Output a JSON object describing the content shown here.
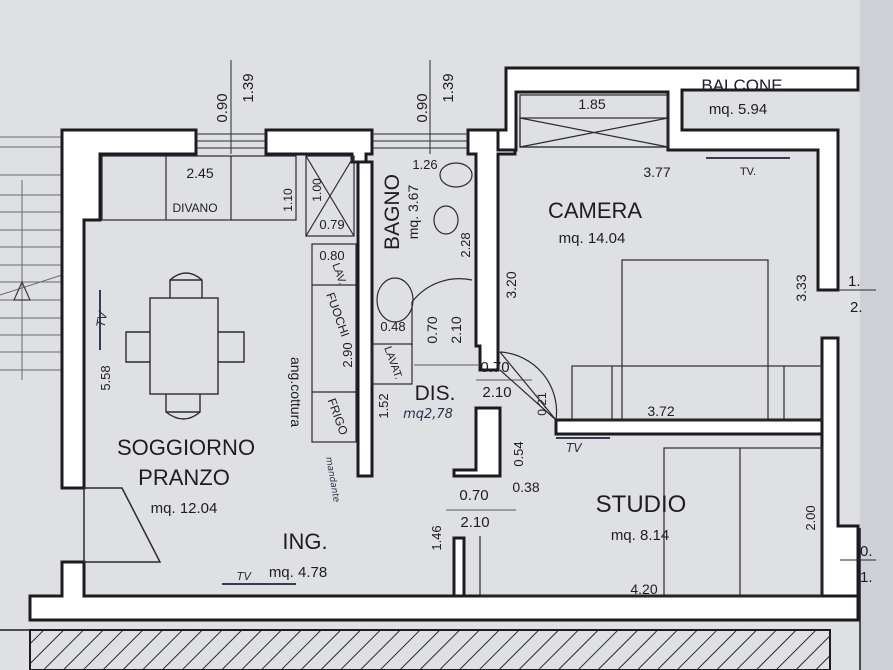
{
  "rooms": {
    "soggiorno": {
      "name1": "SOGGIORNO",
      "name2": "PRANZO",
      "area": "mq. 12.04"
    },
    "ingresso": {
      "name": "ING.",
      "area": "mq. 4.78",
      "tv": "TV"
    },
    "bagno": {
      "name": "BAGNO",
      "area": "mq. 3.67"
    },
    "camera": {
      "name": "CAMERA",
      "area": "mq. 14.04"
    },
    "studio": {
      "name": "STUDIO",
      "area": "mq. 8.14"
    },
    "disimpegno": {
      "name": "DIS.",
      "area": "mq2,78"
    },
    "balcone": {
      "name": "BALCONE",
      "area": "mq. 5.94"
    },
    "cucina": {
      "name": "ang.cottura"
    }
  },
  "fixtures": {
    "divano": "DIVANO",
    "lavello": "LAV.",
    "fuochi": "FUOCHI",
    "frigo": "FRIGO",
    "lavatrice": "LAVAT.",
    "tv_camera": "TV.",
    "tv_soggiorno": "TV",
    "tv_studio": "TV",
    "mandante": "mandante"
  },
  "dimensions": {
    "win1_a": "0.90",
    "win1_b": "1.39",
    "win2_a": "0.90",
    "win2_b": "1.39",
    "divano_w": "2.45",
    "divano_h": "1.10",
    "doccia_h": "1.00",
    "doccia_w": "0.79",
    "bagno_w": "1.26",
    "bagno_h": "2.28",
    "lavabo_w": "0.48",
    "cucina_w": "0.80",
    "cucina_l": "2.90",
    "door_bagno_a": "0.70",
    "door_bagno_b": "2.10",
    "door_dis_a": "0.70",
    "door_dis_b": "2.10",
    "door_ing_a": "0.70",
    "door_ing_b": "2.10",
    "dis_w": "1.52",
    "dis_021": "0.21",
    "balcone_win": "1.85",
    "camera_w": "3.77",
    "camera_h": "3.20",
    "camera_h2": "3.33",
    "camera_w2": "3.72",
    "right_1a": "1.",
    "right_1b": "2.",
    "soggiorno_h": "5.58",
    "studio_054": "0.54",
    "studio_038": "0.38",
    "studio_w": "4.20",
    "studio_h": "2.00",
    "ing_h": "1.46",
    "right_2a": "0.",
    "right_2b": "1."
  }
}
